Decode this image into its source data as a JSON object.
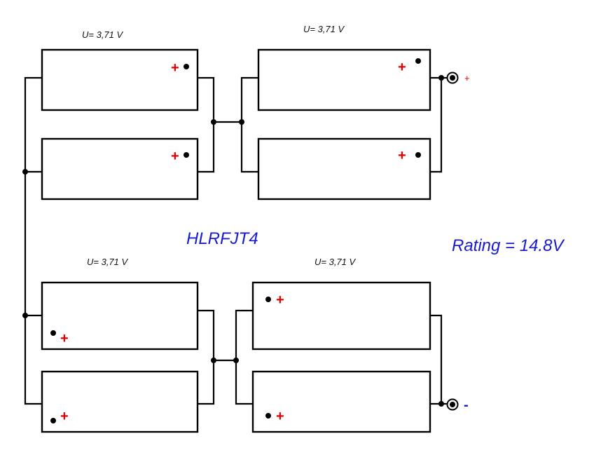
{
  "title": "HLRFJT4",
  "rating": "Rating = 14.8V",
  "groups": [
    {
      "id": "top-left",
      "voltage_label": "U= 3,71 V",
      "cells": [
        {
          "polarity": "+"
        },
        {
          "polarity": "+"
        }
      ]
    },
    {
      "id": "top-right",
      "voltage_label": "U= 3,71 V",
      "cells": [
        {
          "polarity": "+"
        },
        {
          "polarity": "+"
        }
      ]
    },
    {
      "id": "bottom-left",
      "voltage_label": "U= 3,71 V",
      "cells": [
        {
          "polarity": "+"
        },
        {
          "polarity": "+"
        }
      ]
    },
    {
      "id": "bottom-right",
      "voltage_label": "U= 3,71 V",
      "cells": [
        {
          "polarity": "+"
        },
        {
          "polarity": "+"
        }
      ]
    }
  ],
  "terminals": {
    "positive": "+",
    "negative": "-"
  },
  "colors": {
    "title": "#1a1ad0",
    "polarity": "#e00000",
    "wire": "#000000"
  }
}
